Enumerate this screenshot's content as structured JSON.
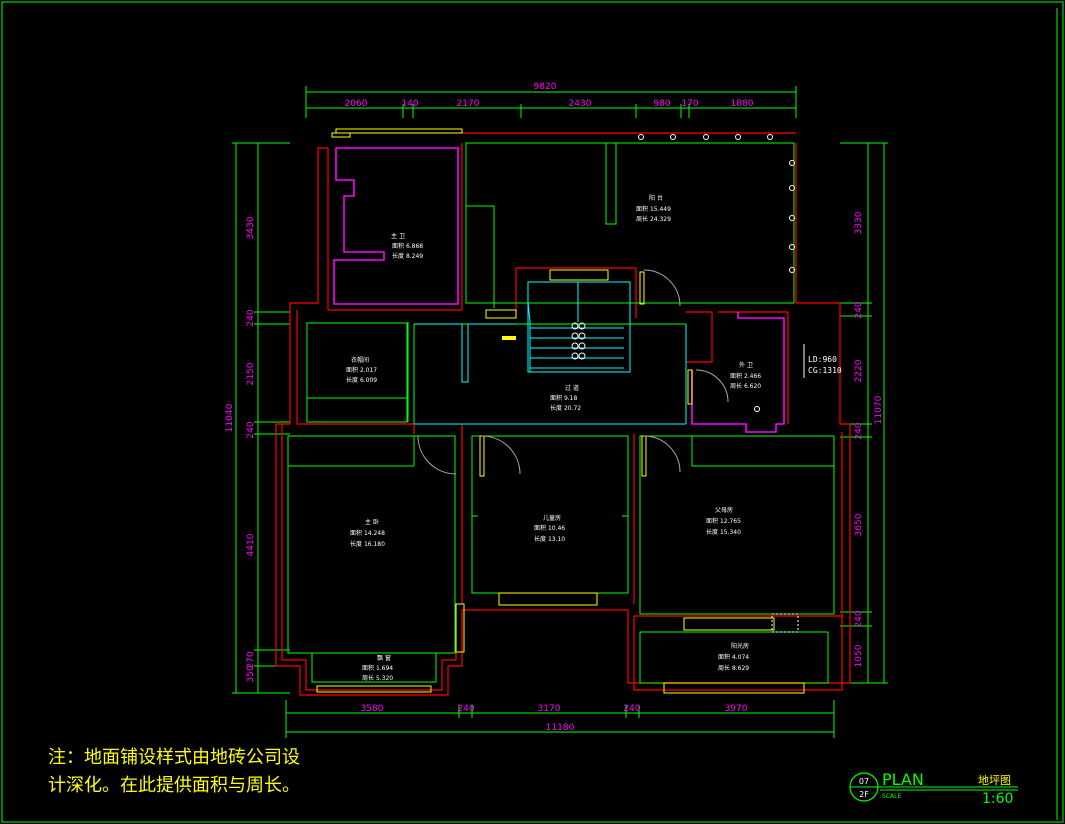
{
  "dims": {
    "top_total": "9820",
    "top": [
      "2060",
      "140",
      "2170",
      "2430",
      "980",
      "170",
      "1880"
    ],
    "left_total": "11040",
    "left": [
      "3430",
      "240",
      "2150",
      "240",
      "4410",
      "350",
      "270"
    ],
    "right_total": "11070",
    "right": [
      "3330",
      "240",
      "2220",
      "240",
      "3650",
      "240",
      "1050"
    ],
    "bottom": [
      "3580",
      "240",
      "3170",
      "240",
      "3970"
    ],
    "bottom_total": "11180"
  },
  "rooms": [
    {
      "name": "主 卫",
      "l1": "面积",
      "v1": "6.868",
      "l2": "长度",
      "v2": "8.249"
    },
    {
      "name": "阳 台",
      "l1": "面积",
      "v1": "15.449",
      "l2": "周长",
      "v2": "24.329"
    },
    {
      "name": "衣帽间",
      "l1": "面积",
      "v1": "2.017",
      "l2": "长度",
      "v2": "6.009"
    },
    {
      "name": "过 道",
      "l1": "面积",
      "v1": "9.18",
      "l2": "长度",
      "v2": "20.72"
    },
    {
      "name": "外 卫",
      "l1": "面积",
      "v1": "2.466",
      "l2": "周长",
      "v2": "6.620"
    },
    {
      "name": "主 卧",
      "l1": "面积",
      "v1": "14.248",
      "l2": "长度",
      "v2": "16.180"
    },
    {
      "name": "儿童房",
      "l1": "面积",
      "v1": "10.46",
      "l2": "长度",
      "v2": "13.10"
    },
    {
      "name": "父母房",
      "l1": "面积",
      "v1": "12.765",
      "l2": "长度",
      "v2": "15.340"
    },
    {
      "name": "飘 窗",
      "l1": "面积",
      "v1": "1.694",
      "l2": "周长",
      "v2": "5.320"
    },
    {
      "name": "阳光房",
      "l1": "面积",
      "v1": "4.074",
      "l2": "周长",
      "v2": "8.629"
    }
  ],
  "side_labels": [
    "LD:960",
    "CG:1310"
  ],
  "note": {
    "line1": "注：地面铺设样式由地砖公司设",
    "line2": "计深化。在此提供面积与周长。"
  },
  "title_block": {
    "num_top": "07",
    "num_bottom": "2F",
    "plan": "PLAN",
    "scale_word": "SCALE",
    "name": "地坪图",
    "scale": "1:60"
  },
  "colors": {
    "background": "#000000",
    "frame": "#00ff00",
    "wall": "#ff0000",
    "room_outline": "#00ff00",
    "bathroom": "#ff00ff",
    "window": "#ffff00",
    "cyan": "#00ffff",
    "dimension_text": "#ff00ff",
    "room_text": "#ffffff",
    "note_text": "#ffff00"
  }
}
